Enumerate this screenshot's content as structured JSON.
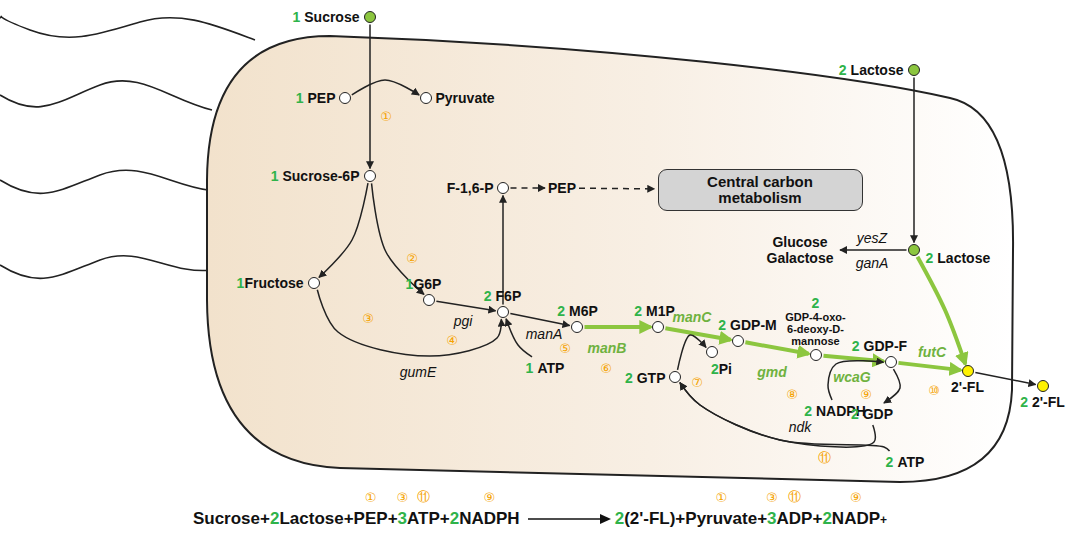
{
  "diagram": {
    "nodes": [
      {
        "text": [
          "1",
          "Sucrose"
        ]
      },
      {
        "text": [
          "1",
          "PEP"
        ]
      },
      {
        "text": [
          "Pyruvate"
        ]
      },
      {
        "text": [
          "1",
          "Sucrose-6P"
        ]
      },
      {
        "text": [
          "F-1,6-P"
        ]
      },
      {
        "text": [
          "PEP"
        ]
      },
      {
        "text": [
          "Central carbon metabolism"
        ]
      },
      {
        "text": [
          "2",
          "Lactose"
        ]
      },
      {
        "text": [
          "Glucose Galactose"
        ]
      },
      {
        "text": [
          "2",
          "Lactose"
        ]
      },
      {
        "text": [
          "1",
          "Fructose"
        ]
      },
      {
        "text": [
          "1",
          "G6P"
        ]
      },
      {
        "text": [
          "2",
          "F6P"
        ]
      },
      {
        "text": [
          "2",
          "M6P"
        ]
      },
      {
        "text": [
          "2",
          "M1P"
        ]
      },
      {
        "text": [
          "2",
          "GDP-M"
        ]
      },
      {
        "text": [
          "2",
          "GDP-4-oxo-6-deoxy-D-mannose"
        ]
      },
      {
        "text": [
          "2",
          "GDP-F"
        ]
      },
      {
        "text": [
          "2'-FL"
        ]
      },
      {
        "text": [
          "2",
          "2'-FL"
        ]
      },
      {
        "text": [
          "1",
          "ATP"
        ]
      },
      {
        "text": [
          "2",
          "GTP"
        ]
      },
      {
        "text": [
          "2",
          "Pi"
        ]
      },
      {
        "text": [
          "2",
          "NADPH"
        ]
      },
      {
        "text": [
          "2",
          "GDP"
        ]
      },
      {
        "text": [
          "2",
          "ATP"
        ]
      }
    ],
    "edges": [
      {
        "from": 0,
        "to": 3,
        "arrow": "to"
      },
      {
        "from": 1,
        "to": 2,
        "arrow": "to"
      },
      {
        "from": 3,
        "to": 10,
        "arrow": "to"
      },
      {
        "from": 3,
        "to": 11,
        "arrow": "to"
      },
      {
        "from": 11,
        "to": 12,
        "arrow": "to"
      },
      {
        "from": 10,
        "to": 12,
        "arrow": "to"
      },
      {
        "from": 20,
        "to": 12,
        "arrow": "to"
      },
      {
        "from": 12,
        "to": 4,
        "arrow": "to"
      },
      {
        "from": 4,
        "to": 5,
        "arrow": "to"
      },
      {
        "from": 5,
        "to": 6,
        "arrow": "to"
      },
      {
        "from": 12,
        "to": 13,
        "arrow": "to"
      },
      {
        "from": 13,
        "to": 14,
        "arrow": "to"
      },
      {
        "from": 14,
        "to": 15,
        "arrow": "to"
      },
      {
        "from": 21,
        "to": 22,
        "arrow": "to"
      },
      {
        "from": 15,
        "to": 16,
        "arrow": "to"
      },
      {
        "from": 16,
        "to": 17,
        "arrow": "to"
      },
      {
        "from": 23,
        "to": 17,
        "arrow": "to"
      },
      {
        "from": 17,
        "to": 18,
        "arrow": "to"
      },
      {
        "from": 17,
        "to": 24,
        "arrow": "to"
      },
      {
        "from": 24,
        "to": 21,
        "arrow": "to"
      },
      {
        "from": 25,
        "to": 21,
        "arrow": "to"
      },
      {
        "from": 7,
        "to": 9,
        "arrow": "to"
      },
      {
        "from": 9,
        "to": 8,
        "arrow": "to"
      },
      {
        "from": 9,
        "to": 18,
        "arrow": "to"
      },
      {
        "from": 18,
        "to": 19,
        "arrow": "to"
      }
    ],
    "labels": [
      "①",
      "②",
      "③",
      "④",
      "⑤",
      "⑥",
      "⑦",
      "⑧",
      "⑨",
      "⑩",
      "⑪",
      "pgi",
      "manA",
      "gumE",
      "manB",
      "manC",
      "gmd",
      "wcaG",
      "futC",
      "yesZ",
      "ganA",
      "ndk",
      "Sucrose+",
      "2",
      "Lactose+",
      "PEP",
      "+",
      "3",
      "ATP",
      "+",
      "2",
      "NADPH",
      "2",
      "(2'-FL)+",
      "Pyruvate",
      "+",
      "3",
      "ADP",
      "+",
      "2",
      "NADP",
      "+",
      "①",
      "③",
      "⑪",
      "⑨",
      "①",
      "③",
      "⑪",
      "⑨"
    ]
  }
}
